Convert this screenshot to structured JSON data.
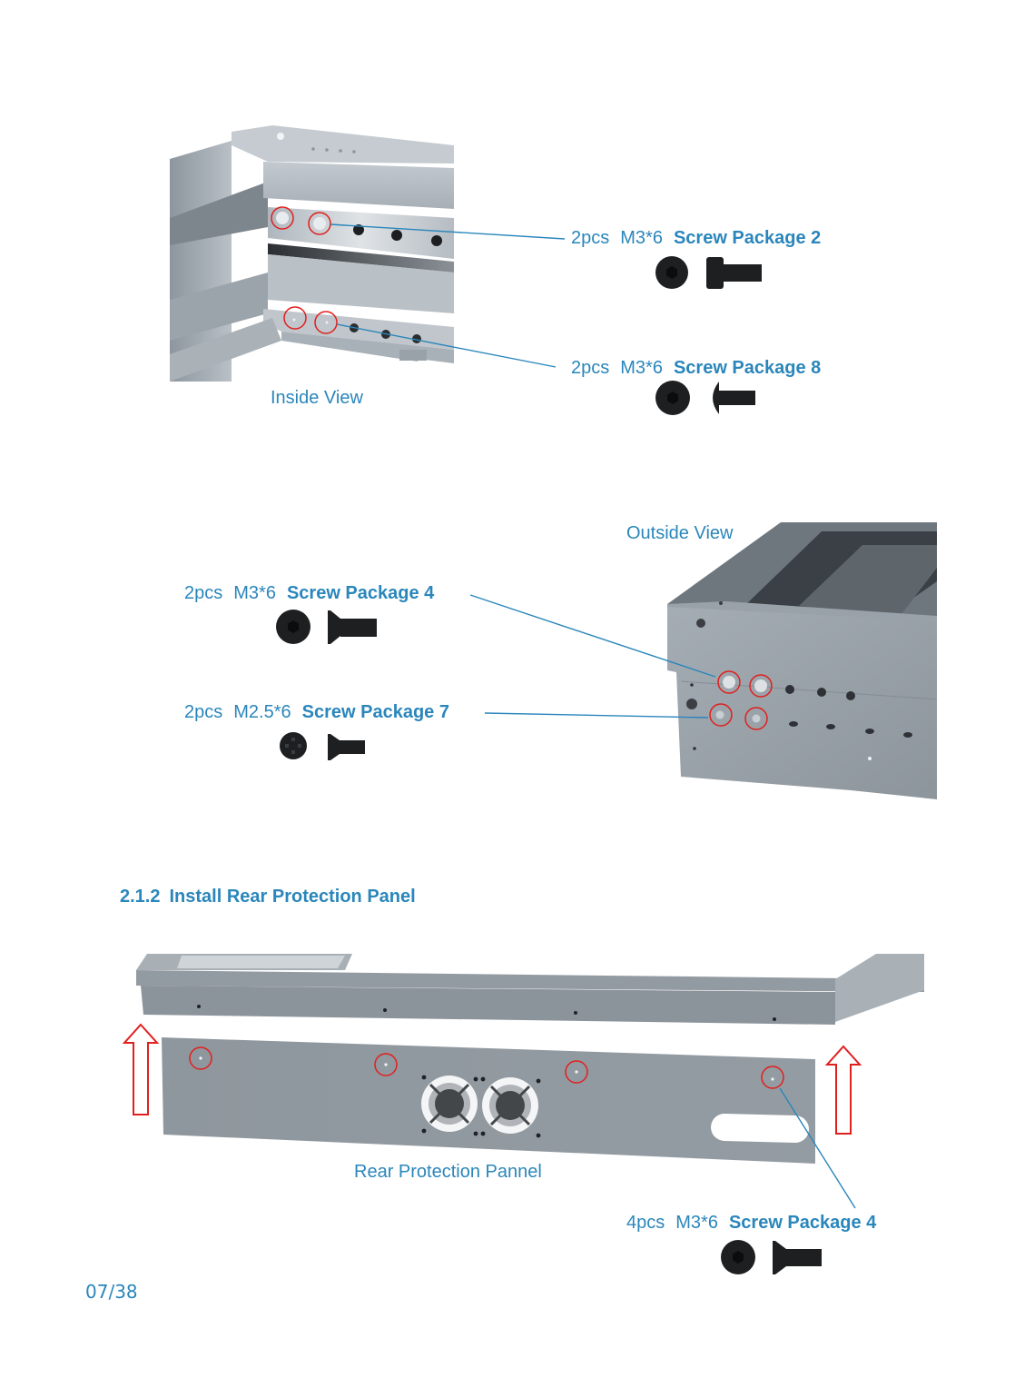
{
  "figure_inside": {
    "caption": "Inside View",
    "callouts": [
      {
        "qty": "2pcs",
        "spec": "M3*6",
        "package": "Screw Package 2",
        "screw_type": "socket-cap"
      },
      {
        "qty": "2pcs",
        "spec": "M3*6",
        "package": "Screw Package 8",
        "screw_type": "button-head"
      }
    ]
  },
  "figure_outside": {
    "caption": "Outside View",
    "callouts": [
      {
        "qty": "2pcs",
        "spec": "M3*6",
        "package": "Screw Package 4",
        "screw_type": "countersunk-hex"
      },
      {
        "qty": "2pcs",
        "spec": "M2.5*6",
        "package": "Screw Package 7",
        "screw_type": "countersunk-phillips"
      }
    ]
  },
  "section": {
    "number": "2.1.2",
    "title": "Install Rear Protection Panel"
  },
  "figure_rear": {
    "caption": "Rear Protection Pannel",
    "callouts": [
      {
        "qty": "4pcs",
        "spec": "M3*6",
        "package": "Screw Package 4",
        "screw_type": "countersunk-hex"
      }
    ]
  },
  "page": {
    "number": "07/38"
  },
  "colors": {
    "text_blue": "#2a86bb",
    "highlight_red": "#e0201e",
    "metal_gray": "#9aa3ab"
  }
}
